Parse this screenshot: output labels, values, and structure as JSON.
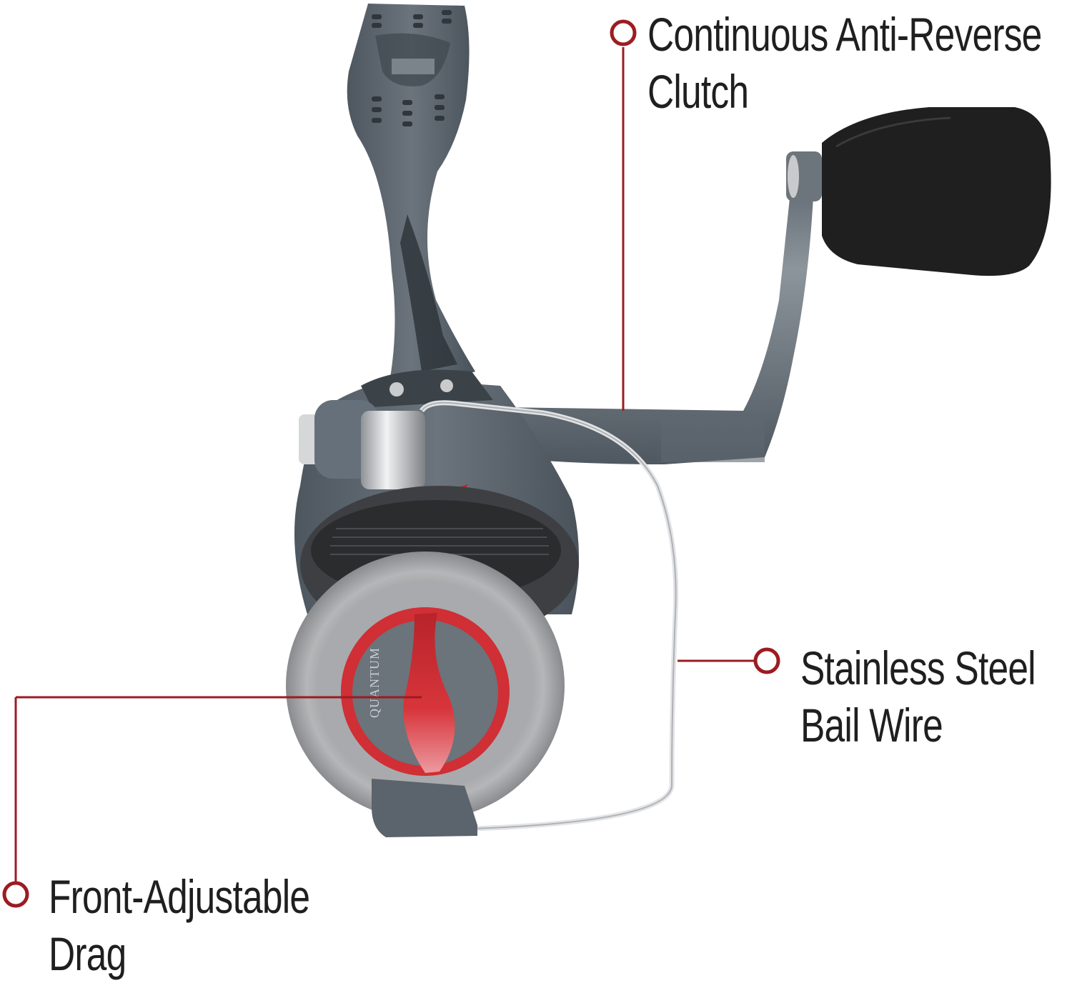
{
  "product": {
    "type": "spinning fishing reel",
    "brand_mark": "QUANTUM",
    "colors": {
      "body": "#5d6770",
      "body_dark": "#454d55",
      "handle_knob": "#1e1e1e",
      "spool_metal": "#9a9a9c",
      "drag_knob": "#cf2a30",
      "bail_wire": "#d8dadc"
    }
  },
  "callouts": [
    {
      "id": "anti-reverse",
      "line1": "Continuous Anti-Reverse",
      "line2": "Clutch"
    },
    {
      "id": "bail-wire",
      "line1": "Stainless Steel",
      "line2": "Bail Wire"
    },
    {
      "id": "drag",
      "line1": "Front-Adjustable",
      "line2": "Drag"
    }
  ],
  "accent_color": "#9b1c22",
  "text_color": "#1f1f1f"
}
